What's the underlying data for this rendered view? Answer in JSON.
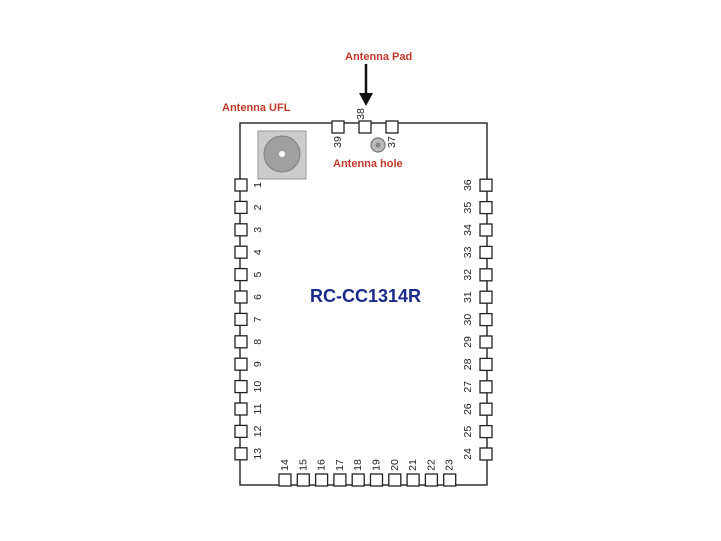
{
  "labels": {
    "antenna_pad": "Antenna Pad",
    "antenna_ufl": "Antenna UFL",
    "antenna_hole": "Antenna hole",
    "module_name": "RC-CC1314R"
  },
  "pins": {
    "left": [
      "1",
      "2",
      "3",
      "4",
      "5",
      "6",
      "7",
      "8",
      "9",
      "10",
      "11",
      "12",
      "13"
    ],
    "bottom": [
      "14",
      "15",
      "16",
      "17",
      "18",
      "19",
      "20",
      "21",
      "22",
      "23"
    ],
    "right": [
      "24",
      "25",
      "26",
      "27",
      "28",
      "29",
      "30",
      "31",
      "32",
      "33",
      "34",
      "35",
      "36"
    ],
    "top": [
      "39",
      "38",
      "37"
    ]
  },
  "colors": {
    "label_red": "#c0392b",
    "module_name_blue": "#1a2a8a",
    "outline": "#222222"
  }
}
